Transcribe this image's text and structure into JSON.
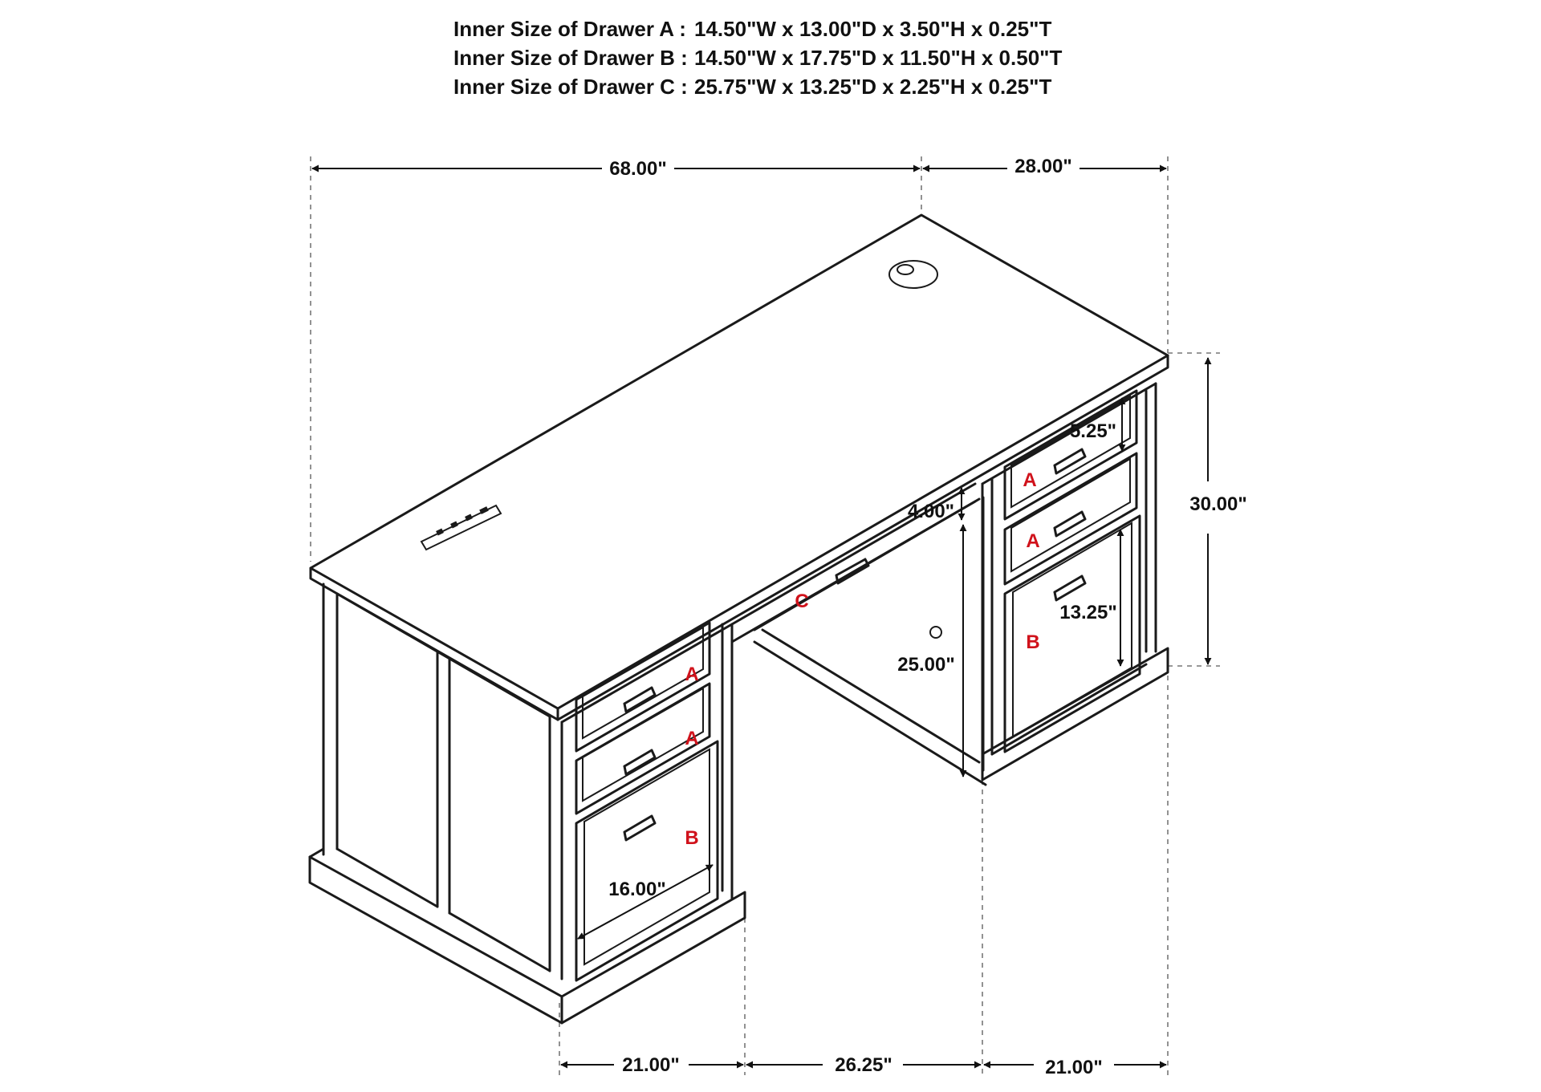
{
  "drawer_specs": [
    {
      "label": "Inner Size of Drawer A :",
      "value": "14.50\"W x 13.00\"D x 3.50\"H x 0.25\"T"
    },
    {
      "label": "Inner Size of Drawer B :",
      "value": "14.50\"W x 17.75\"D x 11.50\"H x 0.50\"T"
    },
    {
      "label": "Inner Size of Drawer C :",
      "value": "25.75\"W x 13.25\"D x 2.25\"H x 0.25\"T"
    }
  ],
  "dimensions": {
    "overall_width": "68.00\"",
    "overall_depth": "28.00\"",
    "overall_height": "30.00\"",
    "pedestal_left_width": "21.00\"",
    "knee_space_width": "26.25\"",
    "pedestal_right_width": "21.00\"",
    "knee_height": "25.00\"",
    "center_drawer_height": "4.00\"",
    "top_drawer_height": "5.25\"",
    "file_drawer_height_right": "13.25\"",
    "file_drawer_height_left": "16.00\""
  },
  "drawer_labels": {
    "a": "A",
    "b": "B",
    "c": "C"
  },
  "colors": {
    "line": "#1a1a1a",
    "drawer_label": "#d0121b",
    "text": "#111111"
  }
}
